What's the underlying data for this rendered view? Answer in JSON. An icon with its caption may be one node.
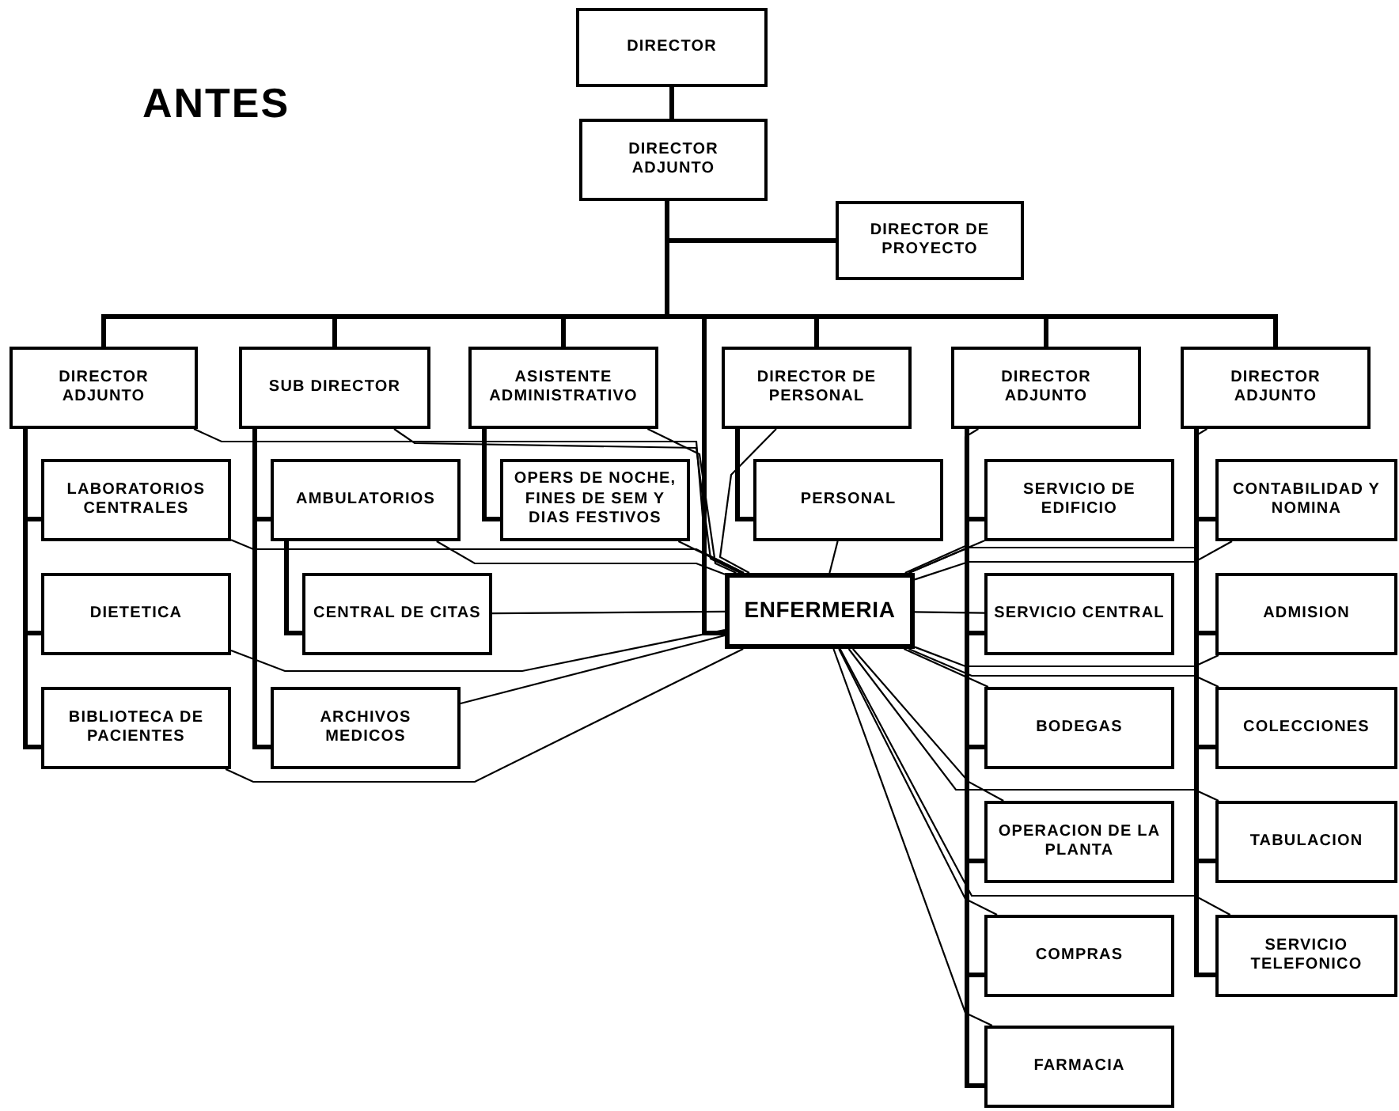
{
  "diagram": {
    "nodes": [
      {
        "text": [
          "DIRECTOR"
        ]
      },
      {
        "text": [
          "DIRECTOR ADJUNTO"
        ]
      },
      {
        "text": [
          "DIRECTOR DE PROYECTO"
        ]
      },
      {
        "text": [
          "DIRECTOR ADJUNTO"
        ]
      },
      {
        "text": [
          "SUB DIRECTOR"
        ]
      },
      {
        "text": [
          "ASISTENTE ADMINISTRATIVO"
        ]
      },
      {
        "text": [
          "DIRECTOR DE PERSONAL"
        ]
      },
      {
        "text": [
          "DIRECTOR ADJUNTO"
        ]
      },
      {
        "text": [
          "DIRECTOR ADJUNTO"
        ]
      },
      {
        "text": [
          "LABORATORIOS CENTRALES"
        ]
      },
      {
        "text": [
          "AMBULATORIOS"
        ]
      },
      {
        "text": [
          "OPERS DE NOCHE, FINES DE SEM Y DIAS FESTIVOS"
        ]
      },
      {
        "text": [
          "PERSONAL"
        ]
      },
      {
        "text": [
          "SERVICIO DE EDIFICIO"
        ]
      },
      {
        "text": [
          "CONTABILIDAD Y NOMINA"
        ]
      },
      {
        "text": [
          "DIETETICA"
        ]
      },
      {
        "text": [
          "CENTRAL DE CITAS"
        ]
      },
      {
        "text": [
          "ENFERMERIA"
        ]
      },
      {
        "text": [
          "SERVICIO CENTRAL"
        ]
      },
      {
        "text": [
          "ADMISION"
        ]
      },
      {
        "text": [
          "BIBLIOTECA DE PACIENTES"
        ]
      },
      {
        "text": [
          "ARCHIVOS MEDICOS"
        ]
      },
      {
        "text": [
          "BODEGAS"
        ]
      },
      {
        "text": [
          "COLECCIONES"
        ]
      },
      {
        "text": [
          "OPERACION DE LA PLANTA"
        ]
      },
      {
        "text": [
          "TABULACION"
        ]
      },
      {
        "text": [
          "COMPRAS"
        ]
      },
      {
        "text": [
          "SERVICIO TELEFONICO"
        ]
      },
      {
        "text": [
          "FARMACIA"
        ]
      }
    ],
    "edges": [
      {
        "from": 0,
        "to": 1,
        "arrow": "none"
      },
      {
        "from": 1,
        "to": 2,
        "arrow": "none"
      },
      {
        "from": 1,
        "to": 3,
        "arrow": "none"
      },
      {
        "from": 1,
        "to": 4,
        "arrow": "none"
      },
      {
        "from": 1,
        "to": 5,
        "arrow": "none"
      },
      {
        "from": 1,
        "to": 17,
        "arrow": "none"
      },
      {
        "from": 1,
        "to": 6,
        "arrow": "none"
      },
      {
        "from": 1,
        "to": 7,
        "arrow": "none"
      },
      {
        "from": 1,
        "to": 8,
        "arrow": "none"
      },
      {
        "from": 3,
        "to": 9,
        "arrow": "none"
      },
      {
        "from": 3,
        "to": 15,
        "arrow": "none"
      },
      {
        "from": 3,
        "to": 20,
        "arrow": "none"
      },
      {
        "from": 4,
        "to": 10,
        "arrow": "none"
      },
      {
        "from": 4,
        "to": 21,
        "arrow": "none"
      },
      {
        "from": 10,
        "to": 16,
        "arrow": "none"
      },
      {
        "from": 5,
        "to": 11,
        "arrow": "none"
      },
      {
        "from": 6,
        "to": 12,
        "arrow": "none"
      },
      {
        "from": 7,
        "to": 13,
        "arrow": "none"
      },
      {
        "from": 7,
        "to": 18,
        "arrow": "none"
      },
      {
        "from": 7,
        "to": 22,
        "arrow": "none"
      },
      {
        "from": 7,
        "to": 24,
        "arrow": "none"
      },
      {
        "from": 7,
        "to": 26,
        "arrow": "none"
      },
      {
        "from": 7,
        "to": 28,
        "arrow": "none"
      },
      {
        "from": 8,
        "to": 14,
        "arrow": "none"
      },
      {
        "from": 8,
        "to": 19,
        "arrow": "none"
      },
      {
        "from": 8,
        "to": 23,
        "arrow": "none"
      },
      {
        "from": 8,
        "to": 25,
        "arrow": "none"
      },
      {
        "from": 8,
        "to": 27,
        "arrow": "none"
      },
      {
        "from": 3,
        "to": 17,
        "arrow": "none"
      },
      {
        "from": 4,
        "to": 17,
        "arrow": "none"
      },
      {
        "from": 5,
        "to": 17,
        "arrow": "none"
      },
      {
        "from": 6,
        "to": 17,
        "arrow": "none"
      },
      {
        "from": 7,
        "to": 17,
        "arrow": "none"
      },
      {
        "from": 8,
        "to": 17,
        "arrow": "none"
      },
      {
        "from": 9,
        "to": 17,
        "arrow": "none"
      },
      {
        "from": 10,
        "to": 17,
        "arrow": "none"
      },
      {
        "from": 11,
        "to": 17,
        "arrow": "none"
      },
      {
        "from": 12,
        "to": 17,
        "arrow": "none"
      },
      {
        "from": 13,
        "to": 17,
        "arrow": "none"
      },
      {
        "from": 14,
        "to": 17,
        "arrow": "none"
      },
      {
        "from": 15,
        "to": 17,
        "arrow": "none"
      },
      {
        "from": 16,
        "to": 17,
        "arrow": "none"
      },
      {
        "from": 18,
        "to": 17,
        "arrow": "none"
      },
      {
        "from": 19,
        "to": 17,
        "arrow": "none"
      },
      {
        "from": 20,
        "to": 17,
        "arrow": "none"
      },
      {
        "from": 21,
        "to": 17,
        "arrow": "none"
      },
      {
        "from": 22,
        "to": 17,
        "arrow": "none"
      },
      {
        "from": 23,
        "to": 17,
        "arrow": "none"
      },
      {
        "from": 24,
        "to": 17,
        "arrow": "none"
      },
      {
        "from": 25,
        "to": 17,
        "arrow": "none"
      },
      {
        "from": 26,
        "to": 17,
        "arrow": "none"
      },
      {
        "from": 27,
        "to": 17,
        "arrow": "none"
      },
      {
        "from": 28,
        "to": 17,
        "arrow": "none"
      }
    ],
    "labels": [
      "ANTES"
    ]
  }
}
